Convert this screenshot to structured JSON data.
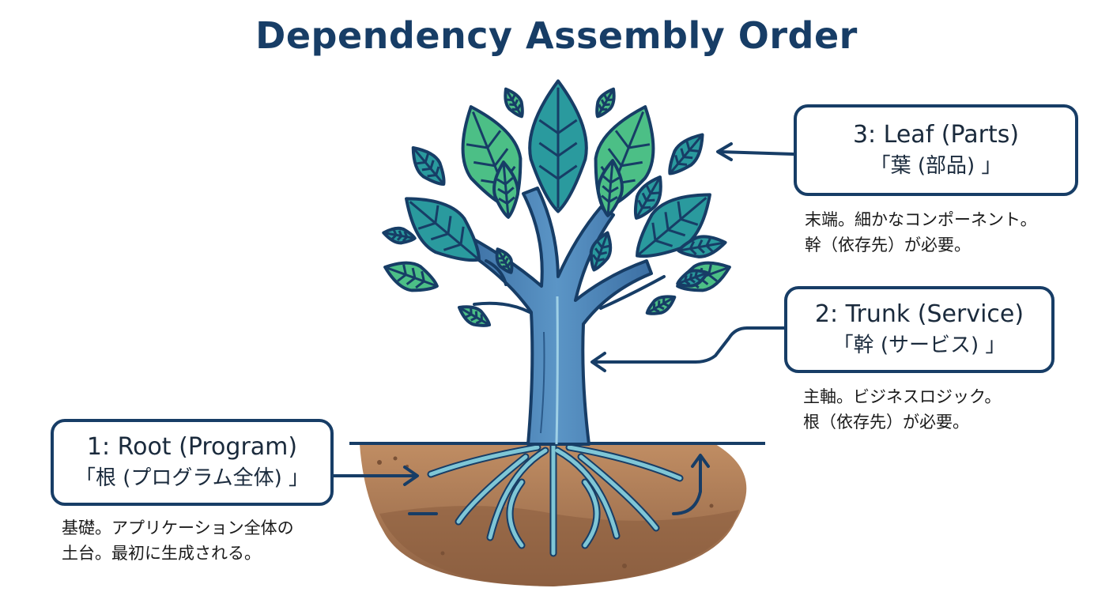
{
  "title": "Dependency Assembly Order",
  "callouts": {
    "leaf": {
      "line1": "3: Leaf (Parts)",
      "line2": "「葉 (部品) 」"
    },
    "trunk": {
      "line1": "2: Trunk (Service)",
      "line2": "「幹 (サービス) 」"
    },
    "root": {
      "line1": "1: Root (Program)",
      "line2": "「根 (プログラム全体) 」"
    }
  },
  "descriptions": {
    "leaf": {
      "line1": "末端。細かなコンポーネント。",
      "line2": "幹（依存先）が必要。"
    },
    "trunk": {
      "line1": "主軸。ビジネスロジック。",
      "line2": "根（依存先）が必要。"
    },
    "root": {
      "line1": "基礎。アプリケーション全体の",
      "line2": "土台。最初に生成される。"
    }
  },
  "colors": {
    "navy": "#173d66",
    "leaf_teal": "#2a9a9e",
    "leaf_green": "#4cbf86",
    "trunk_blue": "#4a84b8",
    "soil": "#b07f56",
    "root_blue": "#7fc6d6"
  }
}
